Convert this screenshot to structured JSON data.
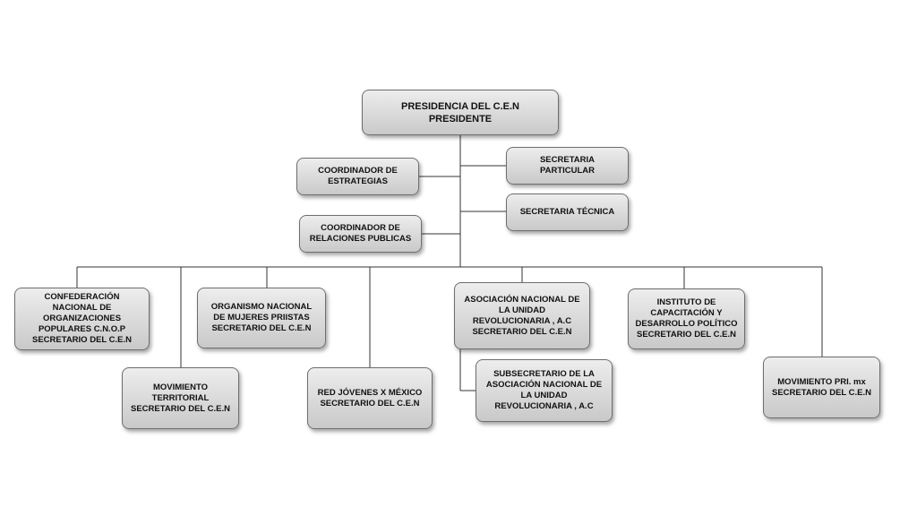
{
  "nodes": {
    "presidencia": "PRESIDENCIA DEL C.E.N\nPRESIDENTE",
    "secretaria_particular": "SECRETARIA\nPARTICULAR",
    "coordinador_estrategias": "COORDINADOR DE\nESTRATEGIAS",
    "secretaria_tecnica": "SECRETARIA TÉCNICA",
    "coordinador_relaciones": "COORDINADOR DE\nRELACIONES PUBLICAS",
    "cnop": "CONFEDERACIÓN\nNACIONAL DE\nORGANIZACIONES\nPOPULARES C.N.O.P\nSECRETARIO DEL C.E.N",
    "mujeres": "ORGANISMO NACIONAL\nDE MUJERES PRIISTAS\nSECRETARIO DEL C.E.N",
    "asociacion": "ASOCIACIÓN NACIONAL DE\nLA UNIDAD\nREVOLUCIONARIA , A.C\nSECRETARIO DEL C.E.N",
    "instituto": "INSTITUTO DE\nCAPACITACIÓN Y\nDESARROLLO POLÍTICO\nSECRETARIO DEL C.E.N",
    "territorial": "MOVIMIENTO\nTERRITORIAL\nSECRETARIO DEL C.E.N",
    "jovenes": "RED JÓVENES X MÉXICO\nSECRETARIO DEL C.E.N",
    "subsecretario": "SUBSECRETARIO DE LA\nASOCIACIÓN NACIONAL DE\nLA UNIDAD\nREVOLUCIONARIA , A.C",
    "movimiento_pri": "MOVIMIENTO PRI. mx\nSECRETARIO DEL C.E.N"
  }
}
